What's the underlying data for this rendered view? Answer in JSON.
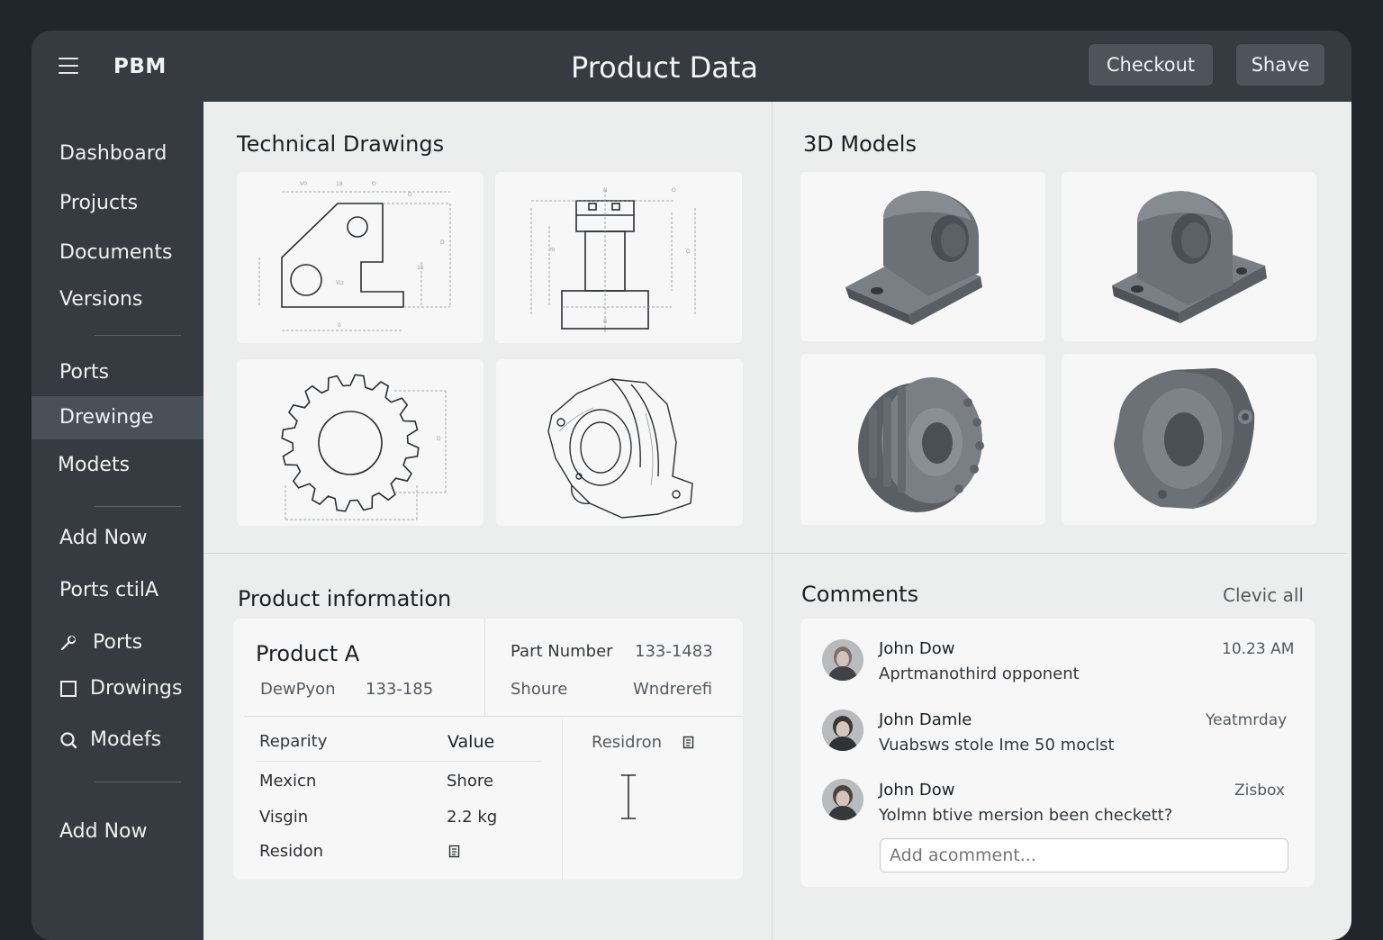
{
  "header": {
    "brand": "PBM",
    "title": "Product Data",
    "buttons": {
      "checkout": "Checkout",
      "share": "Shave"
    }
  },
  "sidebar": {
    "items": [
      {
        "label": "Dashboard"
      },
      {
        "label": "Projucts"
      },
      {
        "label": "Documents"
      },
      {
        "label": "Versions"
      },
      {
        "label": "Ports"
      },
      {
        "label": "Drewinge",
        "active": true
      },
      {
        "label": "Modets"
      },
      {
        "label": "Add Now"
      },
      {
        "label": "Ports ctilA"
      },
      {
        "label": "Ports",
        "icon": "wrench-icon"
      },
      {
        "label": "Drowings",
        "icon": "square-icon"
      },
      {
        "label": "Modefs",
        "icon": "search-icon"
      },
      {
        "label": "Add Now"
      }
    ]
  },
  "technical_drawings": {
    "title": "Technical Drawings",
    "items": [
      {
        "icon": "bracket-drawing-icon"
      },
      {
        "icon": "flange-drawing-icon"
      },
      {
        "icon": "gear-drawing-icon"
      },
      {
        "icon": "housing-sketch-icon"
      }
    ]
  },
  "models": {
    "title": "3D Models",
    "items": [
      {
        "icon": "pillow-block-model-icon"
      },
      {
        "icon": "bearing-block-model-icon"
      },
      {
        "icon": "gear-hub-model-icon"
      },
      {
        "icon": "housing-model-icon"
      }
    ]
  },
  "product_info": {
    "title": "Product information",
    "product_name": "Product A",
    "description_label": "DewPyon",
    "description_value": "133-185",
    "part_number_label": "Part Number",
    "part_number_value": "133-1483",
    "shape_label": "Shoure",
    "shape_value": "Wndrerefi",
    "table": {
      "headers": [
        "Reparity",
        "Value"
      ],
      "rows": [
        {
          "property": "Mexicn",
          "value": "Shore"
        },
        {
          "property": "Visgin",
          "value": "2.2 kg"
        },
        {
          "property": "Residon",
          "value": "",
          "value_icon": "document-icon"
        }
      ]
    },
    "revision_label": "Residron",
    "revision_icon": "document-icon"
  },
  "comments": {
    "title": "Comments",
    "view_all": "Clevic all",
    "items": [
      {
        "author": "John Dow",
        "time": "10.23 AM",
        "text": "Aprtmanothird opponent"
      },
      {
        "author": "John Damle",
        "time": "Yeatmrday",
        "text": "Vuabsws stole Ime 50 moclst"
      },
      {
        "author": "John Dow",
        "time": "Zisbox",
        "text": "Yolmn btive mersion been checkett?"
      }
    ],
    "input_placeholder": "Add acomment..."
  },
  "colors": {
    "background": "#20262b",
    "app": "#353b41",
    "active_nav": "#4a5057",
    "button": "#4d545b",
    "content": "#eceded",
    "model_gray": "#6c7178"
  }
}
